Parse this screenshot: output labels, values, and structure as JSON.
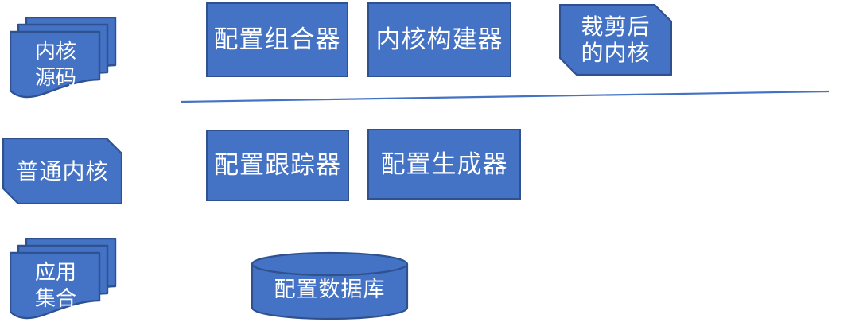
{
  "diagram": {
    "colors": {
      "shape_fill": "#4472C4",
      "shape_border": "#2F528F",
      "text": "#FFFFFF",
      "divider_line": "#4472C4",
      "background": "#FFFFFF"
    },
    "nodes": {
      "kernel_source": {
        "label": "内核\n源码",
        "shape": "multidocument"
      },
      "config_combiner": {
        "label": "配置组合器",
        "shape": "rectangle"
      },
      "kernel_builder": {
        "label": "内核构建器",
        "shape": "rectangle"
      },
      "trimmed_kernel": {
        "label": "裁剪后\n的内核",
        "shape": "snip-corner-rectangle"
      },
      "normal_kernel": {
        "label": "普通内核",
        "shape": "snip-corner-rectangle"
      },
      "config_tracker": {
        "label": "配置跟踪器",
        "shape": "rectangle"
      },
      "config_generator": {
        "label": "配置生成器",
        "shape": "rectangle"
      },
      "app_collection": {
        "label": "应用\n集合",
        "shape": "multidocument"
      },
      "config_database": {
        "label": "配置数据库",
        "shape": "cylinder"
      }
    }
  }
}
